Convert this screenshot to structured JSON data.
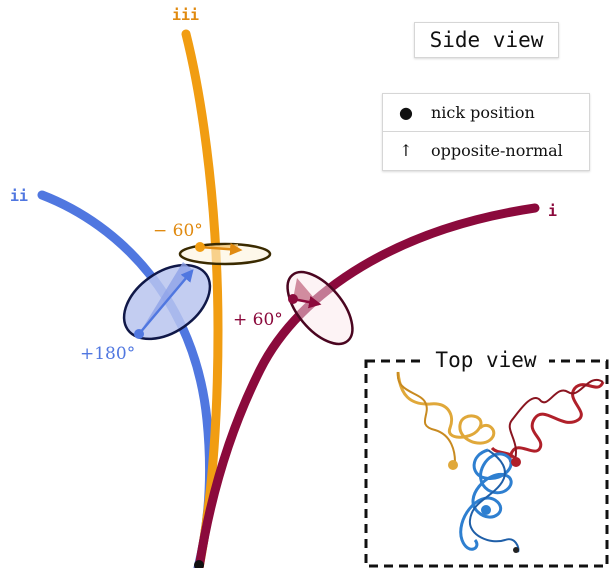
{
  "side_view_title": "Side view",
  "top_view_title": "Top view",
  "legend": {
    "items": [
      {
        "symbol": "●",
        "label": "nick position"
      },
      {
        "symbol": "↑",
        "label": "opposite-normal"
      }
    ]
  },
  "strands": [
    {
      "id": "i",
      "label": "i",
      "color": "#8b0a3c",
      "angle_label": "+ 60°"
    },
    {
      "id": "ii",
      "label": "ii",
      "color": "#5077e0",
      "angle_label": "+180°"
    },
    {
      "id": "iii",
      "label": "iii",
      "color": "#f19d12",
      "angle_label": "− 60°"
    }
  ],
  "colors": {
    "i": "#8b0a3c",
    "ii": "#5077e0",
    "iii": "#f19d12",
    "helix_red": "#b0202a",
    "helix_blue": "#2e7fd0",
    "helix_orange": "#e0a83a"
  }
}
